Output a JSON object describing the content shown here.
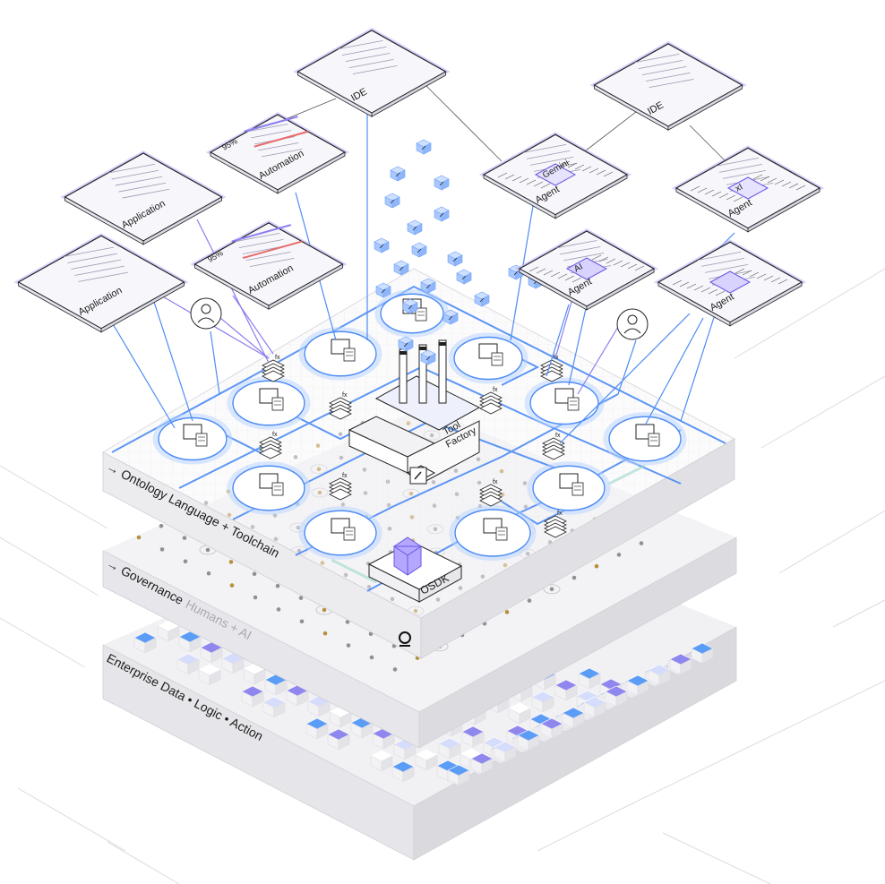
{
  "layers": {
    "top_label": "→ Ontology Language + Toolchain",
    "middle_label_prefix": "→ Governance",
    "middle_label_suffix": "Humans + AI",
    "bottom_label": "Enterprise Data • Logic • Action"
  },
  "panels": {
    "ide_left": "IDE",
    "ide_right": "IDE",
    "automation_top": "Automation",
    "automation_mid": "Automation",
    "automation_top_pct": "95%",
    "automation_mid_pct": "95%",
    "application_top": "Application",
    "application_mid": "Application",
    "agent_gemini": "Agent",
    "gemini_chip": "Gemini",
    "agent_xai": "Agent",
    "xai_chip": "xI",
    "agent_ai": "Agent",
    "ai_chip": "AI",
    "agent_openai": "Agent"
  },
  "center": {
    "tool_factory_line1": "Tool",
    "tool_factory_line2": "Factory",
    "osdk": "OSDK",
    "fx": "fx"
  },
  "colors": {
    "connector_blue": "#4d8cf5",
    "connector_purple": "#8b7ff0",
    "cube_blue": "#5b9cf6",
    "cube_purple": "#8f86ee",
    "cube_light": "#d6dcfb",
    "slab_top": "#f3f3f5",
    "slab_side": "#e4e4e8"
  }
}
